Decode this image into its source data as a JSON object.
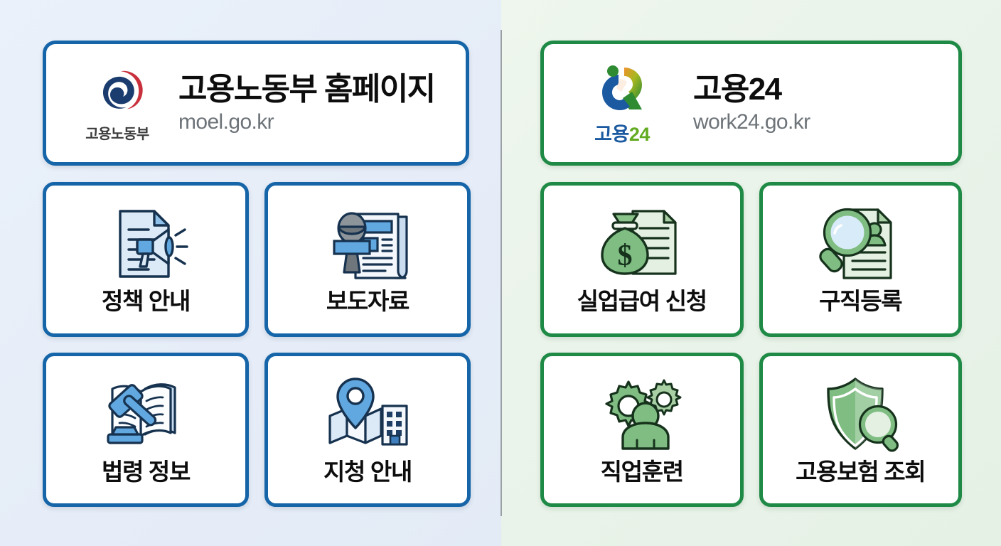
{
  "colors": {
    "blue_border": "#1565a8",
    "green_border": "#1f8a45",
    "blue_panel_bg": "#e8eff9",
    "green_panel_bg": "#e9f3e9",
    "title_text": "#0d0d0d",
    "url_text": "#6d7378",
    "divider": "#9aa0a6",
    "moel_navy": "#1b3c6e",
    "moel_red": "#c8313c",
    "work24_blue": "#1b5aa0",
    "work24_green": "#62ab22",
    "work24_orange": "#f0922b",
    "icon_blue_fill": "#62a8e0",
    "icon_blue_light": "#dce9f7",
    "icon_green_fill": "#7fbd82",
    "icon_green_light": "#e3f0e2",
    "icon_gray": "#7b8288"
  },
  "left_panel": {
    "header": {
      "logo_name": "moel-taegeuk-logo",
      "logo_word": "고용노동부",
      "title": "고용노동부 홈페이지",
      "url": "moel.go.kr"
    },
    "tiles": [
      {
        "icon": "megaphone-document-icon",
        "label": "정책 안내"
      },
      {
        "icon": "microphone-newspaper-icon",
        "label": "보도자료"
      },
      {
        "icon": "gavel-book-icon",
        "label": "법령 정보"
      },
      {
        "icon": "map-pin-building-icon",
        "label": "지청 안내"
      }
    ]
  },
  "right_panel": {
    "header": {
      "logo_name": "work24-logo",
      "logo_word_part1": "고용",
      "logo_word_part2": "24",
      "title": "고용24",
      "url": "work24.go.kr"
    },
    "tiles": [
      {
        "icon": "money-bag-document-icon",
        "label": "실업급여 신청"
      },
      {
        "icon": "magnifier-resume-icon",
        "label": "구직등록"
      },
      {
        "icon": "gears-person-icon",
        "label": "직업훈련"
      },
      {
        "icon": "shield-magnifier-icon",
        "label": "고용보험 조회"
      }
    ]
  }
}
